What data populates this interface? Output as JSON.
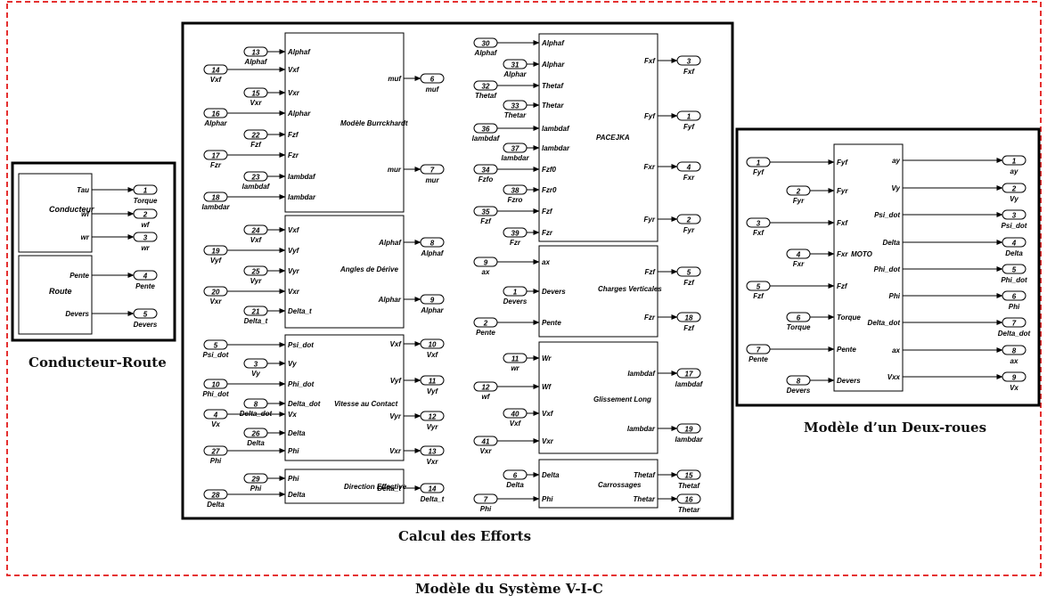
{
  "captions": {
    "system": "Modèle du Système V-I-C",
    "efforts": "Calcul des Efforts",
    "conducteur_route": "Conducteur-Route",
    "moto": "Modèle d’un Deux-roues"
  },
  "subsystems": [
    {
      "id": "conducteur",
      "title": "Conducteur",
      "inputs": [],
      "outputs": [
        {
          "port": "Tau",
          "num": "1",
          "label": "Torque"
        },
        {
          "port": "wf",
          "num": "2",
          "label": "wf"
        },
        {
          "port": "wr",
          "num": "3",
          "label": "wr"
        }
      ]
    },
    {
      "id": "route",
      "title": "Route",
      "inputs": [],
      "outputs": [
        {
          "port": "Pente",
          "num": "4",
          "label": "Pente"
        },
        {
          "port": "Devers",
          "num": "5",
          "label": "Devers"
        }
      ]
    },
    {
      "id": "burckhardt",
      "title": "Modèle Burrckhardt",
      "inputs": [
        {
          "port": "Alphaf",
          "num": "13",
          "label": "Alphaf"
        },
        {
          "port": "Vxf",
          "num": "14",
          "label": "Vxf"
        },
        {
          "port": "Vxr",
          "num": "15",
          "label": "Vxr"
        },
        {
          "port": "Alphar",
          "num": "16",
          "label": "Alphar"
        },
        {
          "port": "Fzf",
          "num": "22",
          "label": "Fzf"
        },
        {
          "port": "Fzr",
          "num": "17",
          "label": "Fzr"
        },
        {
          "port": "lambdaf",
          "num": "23",
          "label": "lambdaf"
        },
        {
          "port": "lambdar",
          "num": "18",
          "label": "lambdar"
        }
      ],
      "outputs": [
        {
          "port": "muf",
          "num": "6",
          "label": "muf"
        },
        {
          "port": "mur",
          "num": "7",
          "label": "mur"
        }
      ]
    },
    {
      "id": "derive",
      "title": "Angles de Dérive",
      "inputs": [
        {
          "port": "Vxf",
          "num": "24",
          "label": "Vxf"
        },
        {
          "port": "Vyf",
          "num": "19",
          "label": "Vyf"
        },
        {
          "port": "Vyr",
          "num": "25",
          "label": "Vyr"
        },
        {
          "port": "Vxr",
          "num": "20",
          "label": "Vxr"
        },
        {
          "port": "Delta_t",
          "num": "21",
          "label": "Delta_t"
        }
      ],
      "outputs": [
        {
          "port": "Alphaf",
          "num": "8",
          "label": "Alphaf"
        },
        {
          "port": "Alphar",
          "num": "9",
          "label": "Alphar"
        }
      ]
    },
    {
      "id": "vitesse",
      "title": "Vitesse au Contact",
      "inputs": [
        {
          "port": "Psi_dot",
          "num": "5",
          "label": "Psi_dot"
        },
        {
          "port": "Vy",
          "num": "3",
          "label": "Vy"
        },
        {
          "port": "Phi_dot",
          "num": "10",
          "label": "Phi_dot"
        },
        {
          "port": "Delta_dot",
          "num": "8",
          "label": "Delta_dot"
        },
        {
          "port": "Vx",
          "num": "4",
          "label": "Vx"
        },
        {
          "port": "Delta",
          "num": "26",
          "label": "Delta"
        },
        {
          "port": "Phi",
          "num": "27",
          "label": "Phi"
        }
      ],
      "outputs": [
        {
          "port": "Vxf",
          "num": "10",
          "label": "Vxf"
        },
        {
          "port": "Vyf",
          "num": "11",
          "label": "Vyf"
        },
        {
          "port": "Vyr",
          "num": "12",
          "label": "Vyr"
        },
        {
          "port": "Vxr",
          "num": "13",
          "label": "Vxr"
        }
      ]
    },
    {
      "id": "direction",
      "title": "Direction Effective",
      "inputs": [
        {
          "port": "Phi",
          "num": "29",
          "label": "Phi"
        },
        {
          "port": "Delta",
          "num": "28",
          "label": "Delta"
        }
      ],
      "outputs": [
        {
          "port": "Delta_t",
          "num": "14",
          "label": "Delta_t"
        }
      ]
    },
    {
      "id": "pacejka",
      "title": "PACEJKA",
      "inputs": [
        {
          "port": "Alphaf",
          "num": "30",
          "label": "Alphaf"
        },
        {
          "port": "Alphar",
          "num": "31",
          "label": "Alphar"
        },
        {
          "port": "Thetaf",
          "num": "32",
          "label": "Thetaf"
        },
        {
          "port": "Thetar",
          "num": "33",
          "label": "Thetar"
        },
        {
          "port": "lambdaf",
          "num": "36",
          "label": "lambdaf"
        },
        {
          "port": "lambdar",
          "num": "37",
          "label": "lambdar"
        },
        {
          "port": "Fzf0",
          "num": "34",
          "label": "Fzfo"
        },
        {
          "port": "Fzr0",
          "num": "38",
          "label": "Fzro"
        },
        {
          "port": "Fzf",
          "num": "35",
          "label": "Fzf"
        },
        {
          "port": "Fzr",
          "num": "39",
          "label": "Fzr"
        }
      ],
      "outputs": [
        {
          "port": "Fxf",
          "num": "3",
          "label": "Fxf"
        },
        {
          "port": "Fyf",
          "num": "1",
          "label": "Fyf"
        },
        {
          "port": "Fxr",
          "num": "4",
          "label": "Fxr"
        },
        {
          "port": "Fyr",
          "num": "2",
          "label": "Fyr"
        }
      ]
    },
    {
      "id": "charges",
      "title": "Charges Verticales",
      "inputs": [
        {
          "port": "ax",
          "num": "9",
          "label": "ax"
        },
        {
          "port": "Devers",
          "num": "1",
          "label": "Devers"
        },
        {
          "port": "Pente",
          "num": "2",
          "label": "Pente"
        }
      ],
      "outputs": [
        {
          "port": "Fzf",
          "num": "5",
          "label": "Fzf"
        },
        {
          "port": "Fzr",
          "num": "18",
          "label": "Fzf"
        }
      ]
    },
    {
      "id": "glissement",
      "title": "Glissement Long",
      "inputs": [
        {
          "port": "Wr",
          "num": "11",
          "label": "wr"
        },
        {
          "port": "Wf",
          "num": "12",
          "label": "wf"
        },
        {
          "port": "Vxf",
          "num": "40",
          "label": "Vxf"
        },
        {
          "port": "Vxr",
          "num": "41",
          "label": "Vxr"
        }
      ],
      "outputs": [
        {
          "port": "lambdaf",
          "num": "17",
          "label": "lambdaf"
        },
        {
          "port": "lambdar",
          "num": "19",
          "label": "lambdar"
        }
      ]
    },
    {
      "id": "carrossages",
      "title": "Carrossages",
      "inputs": [
        {
          "port": "Delta",
          "num": "6",
          "label": "Delta"
        },
        {
          "port": "Phi",
          "num": "7",
          "label": "Phi"
        }
      ],
      "outputs": [
        {
          "port": "Thetaf",
          "num": "15",
          "label": "Thetaf"
        },
        {
          "port": "Thetar",
          "num": "16",
          "label": "Thetar"
        }
      ]
    },
    {
      "id": "moto",
      "title": "MOTO",
      "inputs": [
        {
          "port": "Fyf",
          "num": "1",
          "label": "Fyf"
        },
        {
          "port": "Fyr",
          "num": "2",
          "label": "Fyr"
        },
        {
          "port": "Fxf",
          "num": "3",
          "label": "Fxf"
        },
        {
          "port": "Fxr",
          "num": "4",
          "label": "Fxr"
        },
        {
          "port": "Fzf",
          "num": "5",
          "label": "Fzf"
        },
        {
          "port": "Torque",
          "num": "6",
          "label": "Torque"
        },
        {
          "port": "Pente",
          "num": "7",
          "label": "Pente"
        },
        {
          "port": "Devers",
          "num": "8",
          "label": "Devers"
        }
      ],
      "outputs": [
        {
          "port": "ay",
          "num": "1",
          "label": "ay"
        },
        {
          "port": "Vy",
          "num": "2",
          "label": "Vy"
        },
        {
          "port": "Psi_dot",
          "num": "3",
          "label": "Psi_dot"
        },
        {
          "port": "Delta",
          "num": "4",
          "label": "Delta"
        },
        {
          "port": "Phi_dot",
          "num": "5",
          "label": "Phi_dot"
        },
        {
          "port": "Phi",
          "num": "6",
          "label": "Phi"
        },
        {
          "port": "Delta_dot",
          "num": "7",
          "label": "Delta_dot"
        },
        {
          "port": "ax",
          "num": "8",
          "label": "ax"
        },
        {
          "port": "Vxx",
          "num": "9",
          "label": "Vx"
        }
      ]
    }
  ]
}
